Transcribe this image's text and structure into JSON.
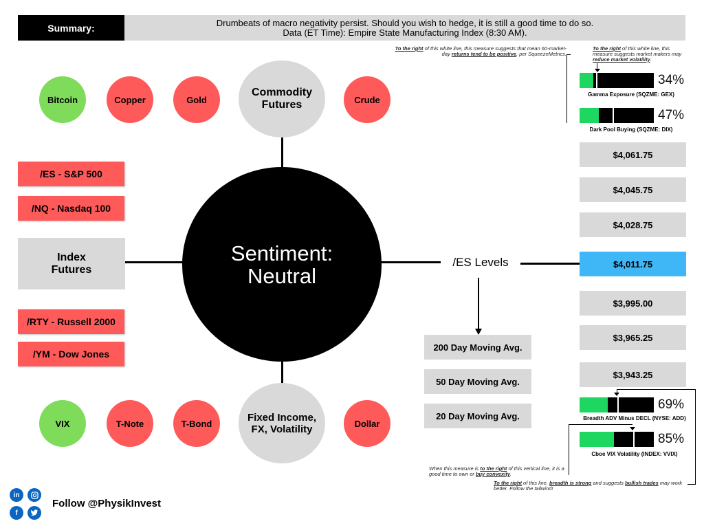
{
  "summary": {
    "label": "Summary:",
    "line1": "Drumbeats of macro negativity persist. Should you wish to hedge, it is still a good time to do so.",
    "line2": "Data (ET Time): Empire State Manufacturing Index (8:30 AM)."
  },
  "commodities": {
    "hub": "Commodity Futures",
    "items": [
      {
        "label": "Bitcoin",
        "color": "#7fdc5a"
      },
      {
        "label": "Copper",
        "color": "#ff5a5a"
      },
      {
        "label": "Gold",
        "color": "#ff5a5a"
      },
      {
        "label": "Crude",
        "color": "#ff5a5a"
      }
    ]
  },
  "index_futures": {
    "hub": "Index Futures",
    "items": [
      "/ES - S&P 500",
      "/NQ - Nasdaq 100",
      "/RTY - Russell 2000",
      "/YM - Dow Jones"
    ]
  },
  "sentiment": {
    "line1": "Sentiment:",
    "line2": "Neutral"
  },
  "fixed_income": {
    "hub": "Fixed Income, FX, Volatility",
    "items": [
      {
        "label": "VIX",
        "color": "#7fdc5a"
      },
      {
        "label": "T-Note",
        "color": "#ff5a5a"
      },
      {
        "label": "T-Bond",
        "color": "#ff5a5a"
      },
      {
        "label": "Dollar",
        "color": "#ff5a5a"
      }
    ]
  },
  "es_levels": {
    "label": "/ES Levels",
    "levels": [
      "$4,061.75",
      "$4,045.75",
      "$4,028.75",
      "$4,011.75",
      "$3,995.00",
      "$3,965.25",
      "$3,943.25"
    ],
    "highlight_color": "#3fb6f5",
    "moving_averages": [
      "200 Day Moving Avg.",
      "50 Day Moving Avg.",
      "20 Day Moving Avg."
    ]
  },
  "meters": {
    "gex": {
      "label": "Gamma Exposure (SQZME: GEX)",
      "value": 0.34,
      "pct": "34%"
    },
    "dix": {
      "label": "Dark Pool Buying (SQZME: DIX)",
      "value": 0.47,
      "pct": "47%"
    },
    "add": {
      "label": "Breadth ADV Minus DECL (NYSE: ADD)",
      "value": 0.69,
      "pct": "69%"
    },
    "vvix": {
      "label": "Cboe VIX Volatility (INDEX: VVIX)",
      "value": 0.85,
      "pct": "85%"
    }
  },
  "notes": {
    "dix_a": "To the right",
    "dix_b": " of this white line, this measure suggests that mean 60-market-day ",
    "dix_c": "returns tend to be positive",
    "dix_d": ", per SqueezeMetrics.",
    "gex_a": "To the right",
    "gex_b": " of this white line, this measure suggests market makers may ",
    "gex_c": "reduce market volatility",
    "gex_d": ".",
    "vvix_a": "When this measure is ",
    "vvix_b": "to the right",
    "vvix_c": " of this vertical line, it is a good time to own or ",
    "vvix_d": "buy convexity",
    "vvix_e": ".",
    "add_a": "To the right",
    "add_b": " of this line, ",
    "add_c": "breadth is strong",
    "add_d": " and suggests ",
    "add_e": "bullish trades",
    "add_f": " may work better. Follow the tailwind!"
  },
  "footer": {
    "follow": "Follow @PhysikInvest",
    "icons": [
      "linkedin-icon",
      "instagram-icon",
      "facebook-icon",
      "twitter-icon"
    ]
  }
}
